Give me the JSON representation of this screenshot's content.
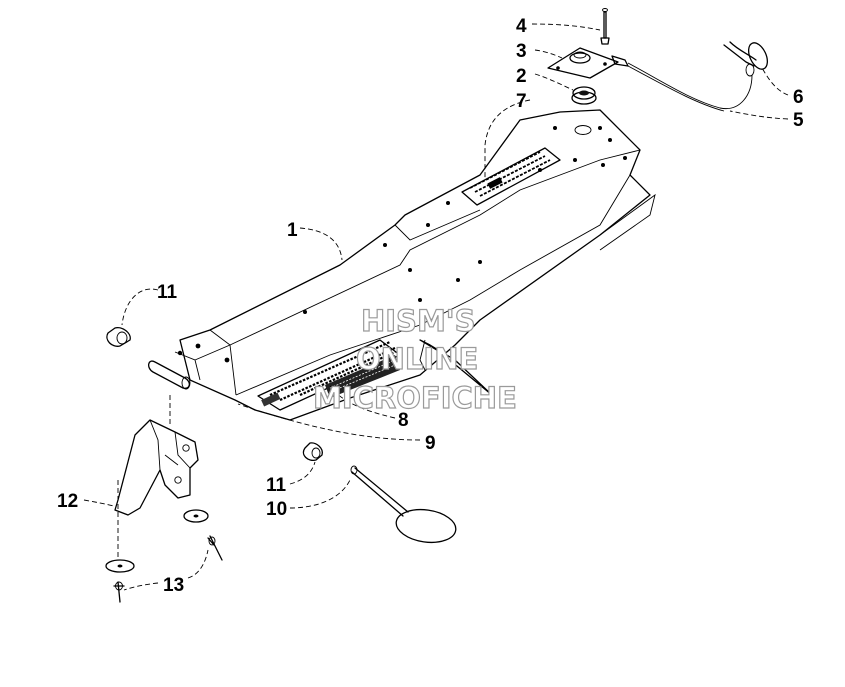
{
  "callouts": [
    {
      "id": "c1",
      "label": "1"
    },
    {
      "id": "c2",
      "label": "2"
    },
    {
      "id": "c3",
      "label": "3"
    },
    {
      "id": "c4",
      "label": "4"
    },
    {
      "id": "c5",
      "label": "5"
    },
    {
      "id": "c6",
      "label": "6"
    },
    {
      "id": "c7",
      "label": "7"
    },
    {
      "id": "c8",
      "label": "8"
    },
    {
      "id": "c9",
      "label": "9"
    },
    {
      "id": "c10",
      "label": "10"
    },
    {
      "id": "c11a",
      "label": "11"
    },
    {
      "id": "c11b",
      "label": "11"
    },
    {
      "id": "c12",
      "label": "12"
    },
    {
      "id": "c13",
      "label": "13"
    }
  ],
  "watermark": {
    "line1": "HISM'S",
    "line2": "ONLINE",
    "line3": "MICROFICHE"
  }
}
